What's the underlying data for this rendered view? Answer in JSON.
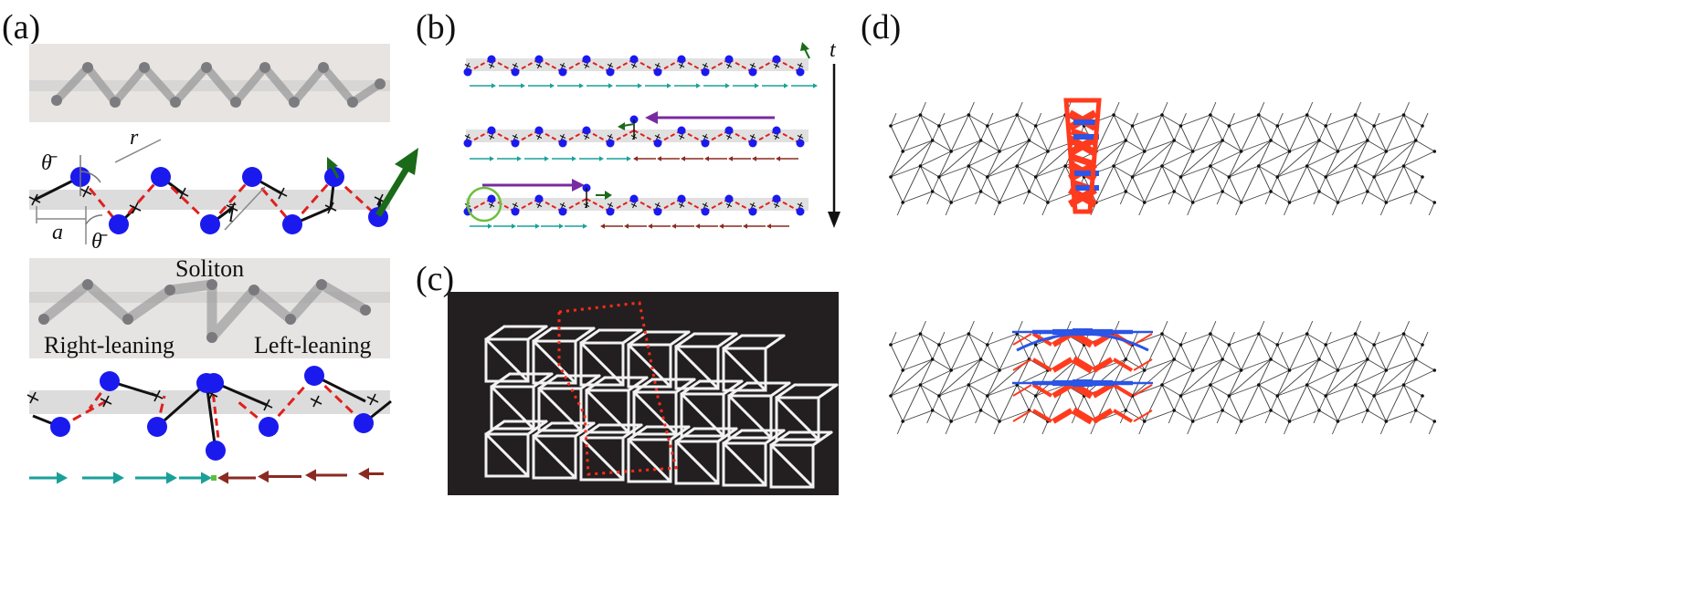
{
  "figure": {
    "panels": [
      {
        "label": "(a)"
      },
      {
        "label": "(b)"
      },
      {
        "label": "(c)"
      },
      {
        "label": "(d)"
      }
    ],
    "panel_a": {
      "symbols": {
        "theta_bar": "θ̄",
        "r": "r",
        "a": "a",
        "theta_bar_lower": "θ̄",
        "l_bar": "l̄"
      },
      "photo2_labels": {
        "soliton": "Soliton",
        "right": "Right-leaning",
        "left": "Left-leaning"
      }
    },
    "panel_b": {
      "time_label": "t"
    },
    "colors": {
      "node_blue": "#1a1aee",
      "spring_red": "#e02020",
      "arrow_teal": "#1aa09a",
      "arrow_brown": "#8a2a22",
      "arrow_green": "#1a6a1a",
      "purple": "#7a2aa0",
      "lattice_red": "#ff3b1e",
      "lattice_blue": "#2a55e6"
    }
  }
}
